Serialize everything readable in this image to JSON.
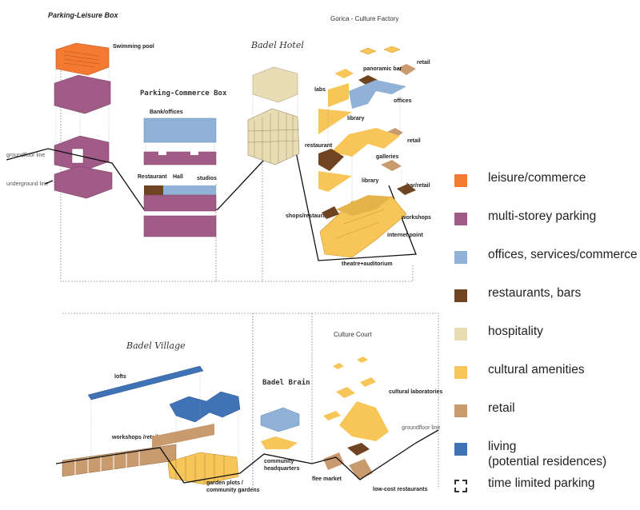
{
  "colors": {
    "leisure": "#f47a32",
    "parking": "#a05c86",
    "offices": "#8fb2d6",
    "restaurants": "#6e4520",
    "hospitality": "#e8dcb4",
    "cultural": "#f7c558",
    "retail": "#c99a6e",
    "living": "#3f73b6"
  },
  "titles": {
    "parking_leisure": "Parking-Leisure Box",
    "parking_commerce": "Parking-Commerce Box",
    "badel_hotel": "Badel Hotel",
    "gorica": "Gorica - Culture Factory",
    "badel_village": "Badel Village",
    "badel_brain": "Badel Brain",
    "culture_court": "Culture Court"
  },
  "labels": {
    "swimming_pool": "Swimming pool",
    "groundfloor_line": "groundfloor line",
    "underground_line": "underground line",
    "bank_offices": "Bank/offices",
    "restaurant": "Restaurant",
    "hall": "Hall",
    "studios": "studios",
    "panoramic_bar": "panoramic bar",
    "retail_top": "retail",
    "labs": "labs",
    "offices": "offices",
    "library": "library",
    "retail_mid": "retail",
    "restaurant_g": "restaurant",
    "galleries": "galleries",
    "library2": "library",
    "bar_retail": "bar/retail",
    "shops_restaurant": "shops/restaurant",
    "workshops": "workshops",
    "internet_point": "internet point",
    "theatre": "theatre+auditorium",
    "lofts": "lofts",
    "workshops_retails": "workshops /retails",
    "garden_plots": "garden plots /",
    "community_gardens": "community gardens",
    "community": "community",
    "headquarters": "headquarters",
    "cultural_labs": "cultural laboratories",
    "groundfloor_line2": "groundfloor line",
    "flee_market": "flee market",
    "low_cost": "low-cost restaurants"
  },
  "legend": [
    {
      "label": "leisure/commerce",
      "color": "#f47a32"
    },
    {
      "label": "multi-storey parking",
      "color": "#a05c86"
    },
    {
      "label": "offices, services/commerce",
      "color": "#8fb2d6"
    },
    {
      "label": "restaurants, bars",
      "color": "#6e4520"
    },
    {
      "label": "hospitality",
      "color": "#e8dcb4"
    },
    {
      "label": "cultural amenities",
      "color": "#f7c558"
    },
    {
      "label": "retail",
      "color": "#c99a6e"
    },
    {
      "label": "living",
      "label2": "(potential residences)",
      "color": "#3f73b6"
    },
    {
      "label": "time limited parking",
      "color": "dashed"
    }
  ]
}
